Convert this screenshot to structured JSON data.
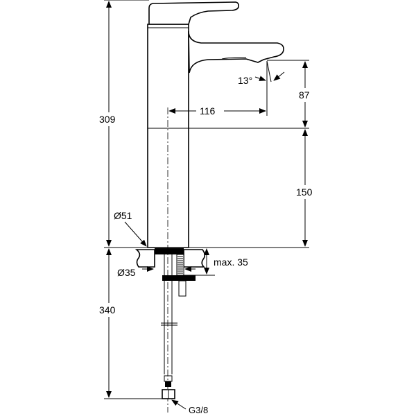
{
  "dimensions": {
    "total_height": "309",
    "below_counter": "340",
    "spout_height": "87",
    "body_height": "150",
    "spout_reach": "116",
    "spout_angle": "13°",
    "body_diameter": "Ø51",
    "hole_diameter": "Ø35",
    "max_counter_thickness": "max. 35",
    "connection_thread": "G3/8"
  }
}
